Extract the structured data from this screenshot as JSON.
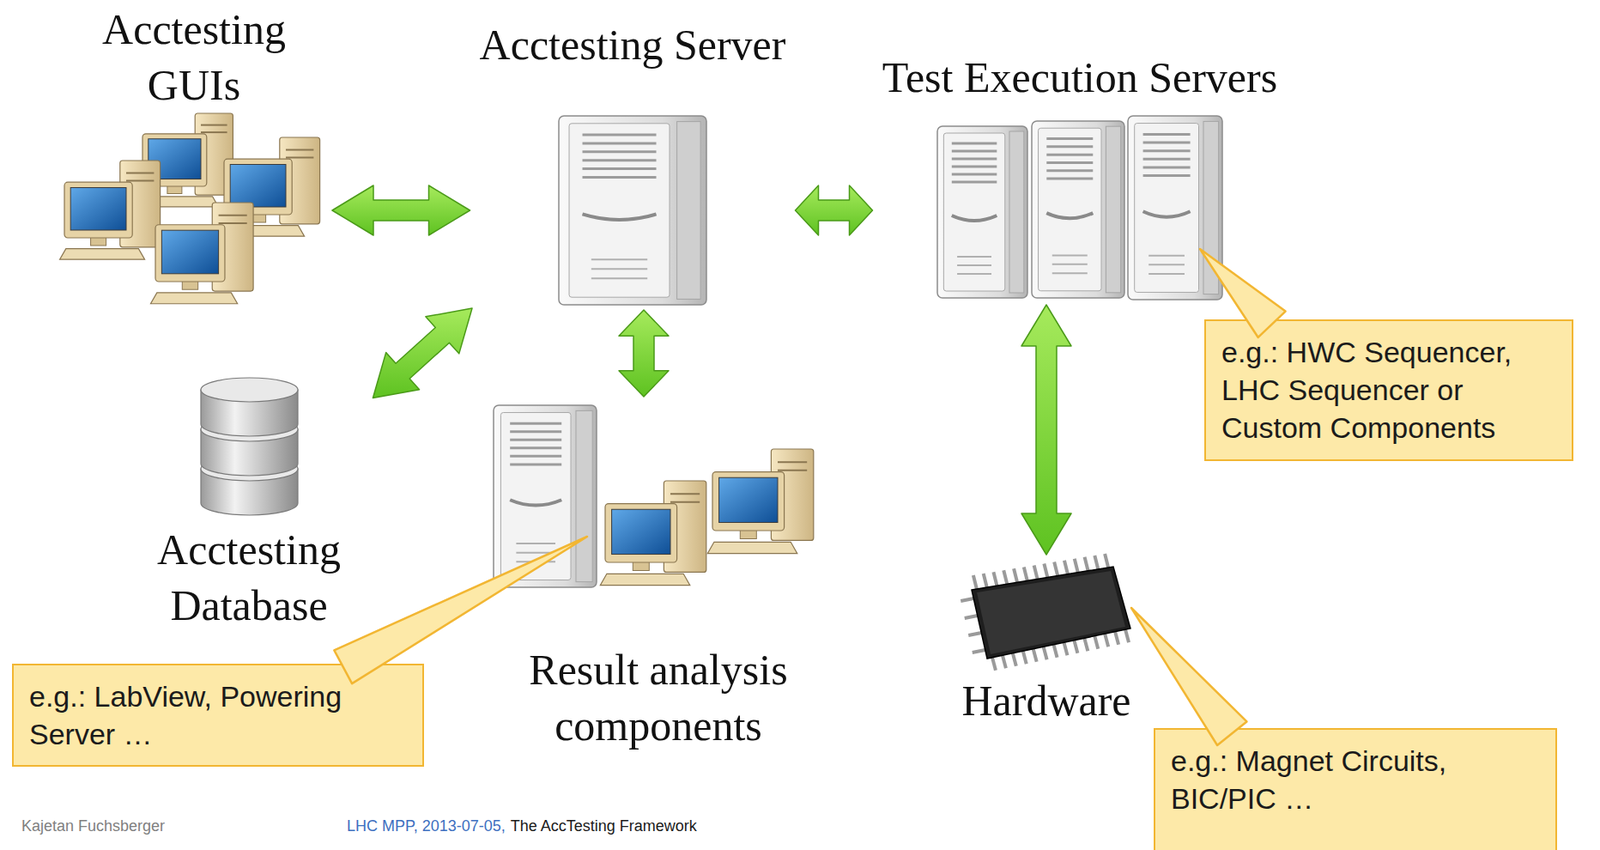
{
  "diagram": {
    "nodes": [
      {
        "text": [
          "Acctesting GUIs"
        ]
      },
      {
        "text": [
          "Acctesting Server"
        ]
      },
      {
        "text": [
          "Test Execution Servers"
        ]
      },
      {
        "text": [
          "e.g.: HWC Sequencer, LHC Sequencer or Custom Components"
        ]
      },
      {
        "text": [
          "Acctesting Database"
        ]
      },
      {
        "text": [
          "Result analysis components"
        ]
      },
      {
        "text": [
          "e.g.: LabView, Powering Server …"
        ]
      },
      {
        "text": [
          "Hardware"
        ]
      },
      {
        "text": [
          "e.g.: Magnet Circuits, BIC/PIC …"
        ]
      }
    ],
    "edges": [
      {
        "from": 0,
        "to": 1,
        "arrow": "both"
      },
      {
        "from": 1,
        "to": 2,
        "arrow": "both"
      },
      {
        "from": 1,
        "to": 4,
        "arrow": "both"
      },
      {
        "from": 1,
        "to": 5,
        "arrow": "both"
      },
      {
        "from": 2,
        "to": 7,
        "arrow": "both"
      },
      {
        "from": 3,
        "to": 2,
        "arrow": "none"
      },
      {
        "from": 6,
        "to": 5,
        "arrow": "none"
      },
      {
        "from": 8,
        "to": 7,
        "arrow": "none"
      }
    ],
    "labels": [
      "Kajetan Fuchsberger",
      "LHC MPP, 2013-07-05,",
      "The AccTesting Framework"
    ]
  }
}
